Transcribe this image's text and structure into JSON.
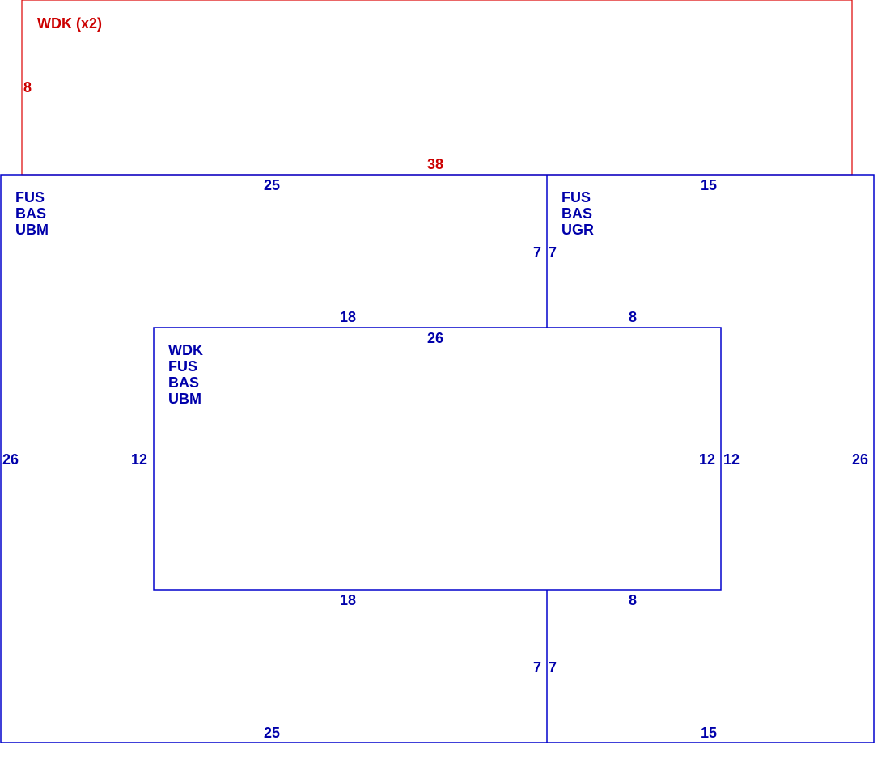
{
  "red_rect": {
    "label": "WDK (x2)",
    "dim_left": "8",
    "dim_bottom": "38"
  },
  "left_room": {
    "labels": [
      "FUS",
      "BAS",
      "UBM"
    ],
    "dim_top": "25",
    "dim_bottom": "25",
    "dim_left": "26",
    "dim_right_top": "7",
    "dim_right_bottom": "7"
  },
  "right_room": {
    "labels": [
      "FUS",
      "BAS",
      "UGR"
    ],
    "dim_top": "15",
    "dim_bottom": "15",
    "dim_right": "26",
    "dim_left_top": "7",
    "dim_left_bottom": "7"
  },
  "inner_rect": {
    "labels": [
      "WDK",
      "FUS",
      "BAS",
      "UBM"
    ],
    "dim_top": "26",
    "dim_top_left_outside": "18",
    "dim_top_right_outside": "8",
    "dim_bottom_left_outside": "18",
    "dim_bottom_right_outside": "8",
    "dim_left_outside": "12",
    "dim_right_inside": "12",
    "dim_right_outside": "12"
  },
  "colors": {
    "blue": "#0000cc",
    "red": "#dd0000"
  }
}
